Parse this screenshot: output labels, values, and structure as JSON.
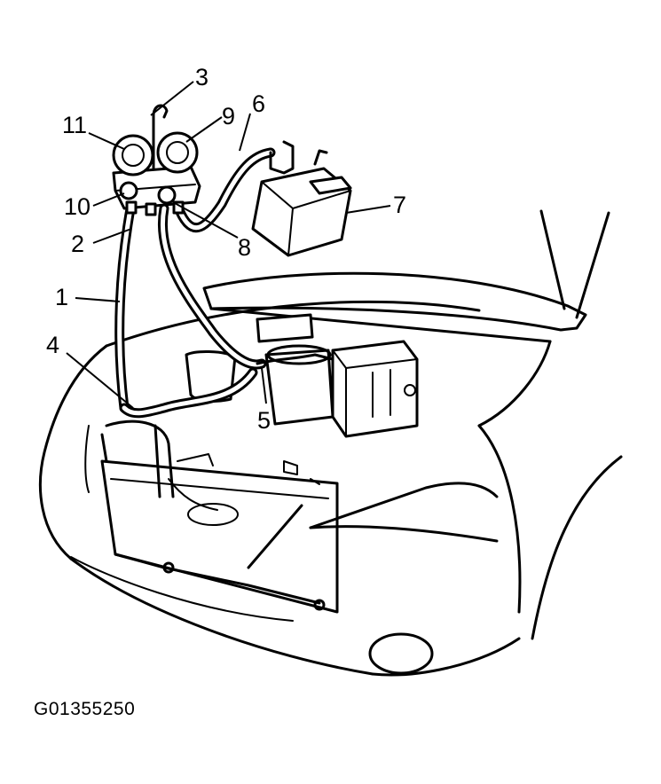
{
  "figure_id": "G01355250",
  "callouts": [
    "1",
    "2",
    "3",
    "4",
    "5",
    "6",
    "7",
    "8",
    "9",
    "10",
    "11"
  ],
  "icons": [
    "manifold-gauge-set",
    "refrigerant-tank",
    "vehicle-front-open-hood"
  ]
}
